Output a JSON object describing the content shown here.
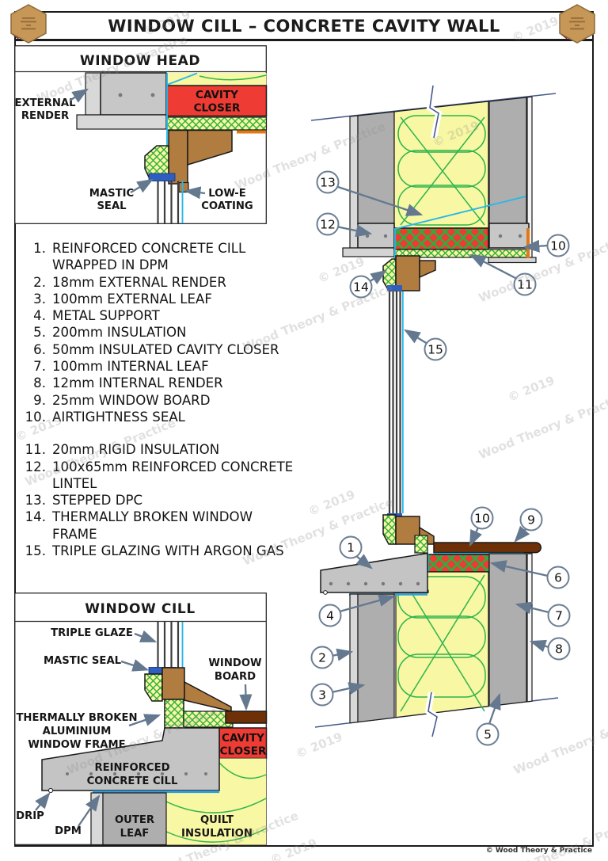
{
  "page": {
    "title": "WINDOW CILL – CONCRETE CAVITY WALL",
    "watermark_year": "© 2019",
    "watermark_brand": "Wood Theory & Practice",
    "footer": "© Wood Theory & Practice"
  },
  "colors": {
    "cavity_red": "#ee3b33",
    "insulation_yellow": "#f8f7a3",
    "hatch_green": "#2eae3e",
    "quilt_green": "#2eb44d",
    "frame_brown": "#b07c3f",
    "board_brown": "#6e3007",
    "mastic_blue": "#2e5fc0",
    "dpc_cyan": "#29b7e9",
    "seal_orange": "#e07818",
    "concrete_gray": "#c7c7c7",
    "wall_gray": "#aeaeae",
    "render_gray": "#d8d8d8",
    "callout_gray_blue": "#64788f",
    "cut_line_blue": "#46598c"
  },
  "head_detail": {
    "title": "WINDOW HEAD",
    "cavity_closer": [
      "CAVITY",
      "CLOSER"
    ],
    "external_render": [
      "EXTERNAL",
      "RENDER"
    ],
    "mastic_seal": [
      "MASTIC",
      "SEAL"
    ],
    "low_e": [
      "LOW-E",
      "COATING"
    ]
  },
  "legend": {
    "items": [
      {
        "n": "1.",
        "t": "REINFORCED CONCRETE CILL",
        "t2": "WRAPPED IN DPM"
      },
      {
        "n": "2.",
        "t": "18mm EXTERNAL RENDER",
        "t2": ""
      },
      {
        "n": "3.",
        "t": "100mm EXTERNAL LEAF",
        "t2": ""
      },
      {
        "n": "4.",
        "t": "METAL SUPPORT",
        "t2": ""
      },
      {
        "n": "5.",
        "t": "200mm INSULATION",
        "t2": ""
      },
      {
        "n": "6.",
        "t": "50mm INSULATED CAVITY CLOSER",
        "t2": ""
      },
      {
        "n": "7.",
        "t": "100mm INTERNAL LEAF",
        "t2": ""
      },
      {
        "n": "8.",
        "t": "12mm INTERNAL RENDER",
        "t2": ""
      },
      {
        "n": "9.",
        "t": "25mm WINDOW BOARD",
        "t2": ""
      },
      {
        "n": "10.",
        "t": "AIRTIGHTNESS SEAL",
        "t2": ""
      },
      {
        "n": "11.",
        "t": "20mm RIGID INSULATION",
        "t2": ""
      },
      {
        "n": "12.",
        "t": "100x65mm REINFORCED CONCRETE",
        "t2": "LINTEL"
      },
      {
        "n": "13.",
        "t": "STEPPED DPC",
        "t2": ""
      },
      {
        "n": "14.",
        "t": "THERMALLY BROKEN WINDOW",
        "t2": "FRAME"
      },
      {
        "n": "15.",
        "t": "TRIPLE GLAZING WITH ARGON GAS",
        "t2": ""
      }
    ]
  },
  "cill_detail": {
    "title": "WINDOW CILL",
    "triple_glaze": "TRIPLE GLAZE",
    "mastic_seal": "MASTIC SEAL",
    "window_board": [
      "WINDOW",
      "BOARD"
    ],
    "thermally_broken": [
      "THERMALLY BROKEN",
      "ALUMINIUM",
      "WINDOW FRAME"
    ],
    "cavity_closer": [
      "CAVITY",
      "CLOSER"
    ],
    "reinforced_cill": [
      "REINFORCED",
      "CONCRETE CILL"
    ],
    "drip": "DRIP",
    "dpm": "DPM",
    "outer_leaf": [
      "OUTER",
      "LEAF"
    ],
    "quilt": [
      "QUILT",
      "INSULATION"
    ]
  },
  "main": {
    "callouts": [
      "13",
      "12",
      "10",
      "14",
      "11",
      "15",
      "10",
      "9",
      "1",
      "6",
      "4",
      "7",
      "2",
      "8",
      "3",
      "5"
    ]
  }
}
